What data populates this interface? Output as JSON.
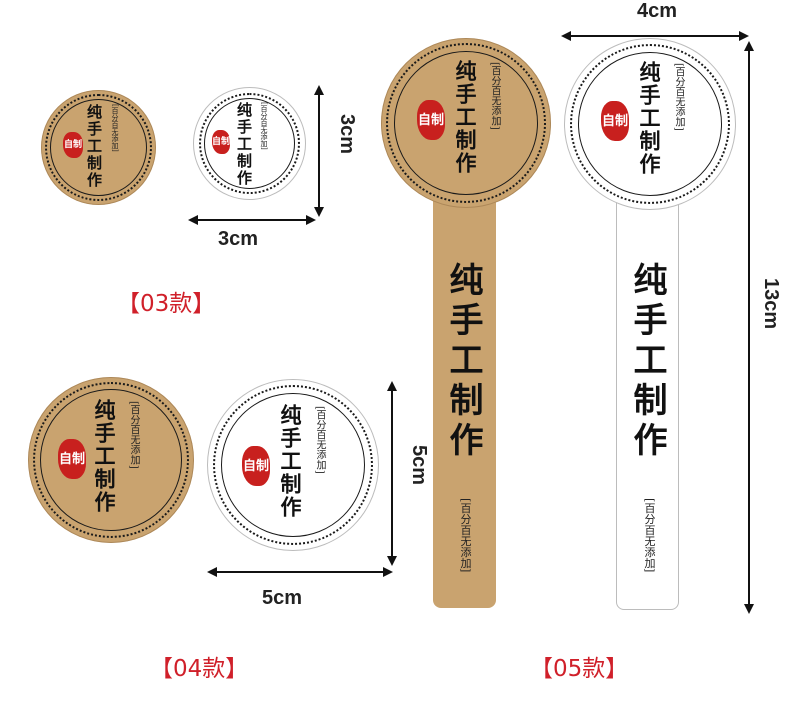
{
  "sticker": {
    "title": "纯手工制作",
    "subtitle": "百分百无添加",
    "seal_text": "自制"
  },
  "dimensions": {
    "small_width": "3cm",
    "small_height": "3cm",
    "medium_width": "5cm",
    "medium_height": "5cm",
    "long_width": "4cm",
    "long_height": "13cm"
  },
  "styles": {
    "style_03": "【03款】",
    "style_04": "【04款】",
    "style_05": "【05款】"
  },
  "colors": {
    "kraft": "#c9a36f",
    "seal_red": "#c8201e",
    "label_red": "#d0202a",
    "ink": "#111111"
  }
}
